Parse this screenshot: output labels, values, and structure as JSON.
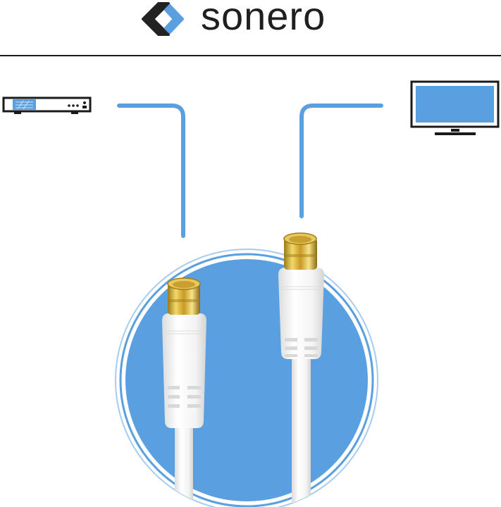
{
  "brand": {
    "name": "sonero",
    "colors": {
      "blue": "#5a9fe0",
      "dark": "#222222"
    }
  },
  "diagram": {
    "source_device": "set-top-box-receiver",
    "target_device": "television",
    "connection": "coaxial F-connector cable",
    "colors": {
      "line": "#5a9fe0",
      "circle_fill": "#5a9fe0",
      "cable": "#f2f2f2",
      "connector_gold": "#d8b13a"
    }
  }
}
